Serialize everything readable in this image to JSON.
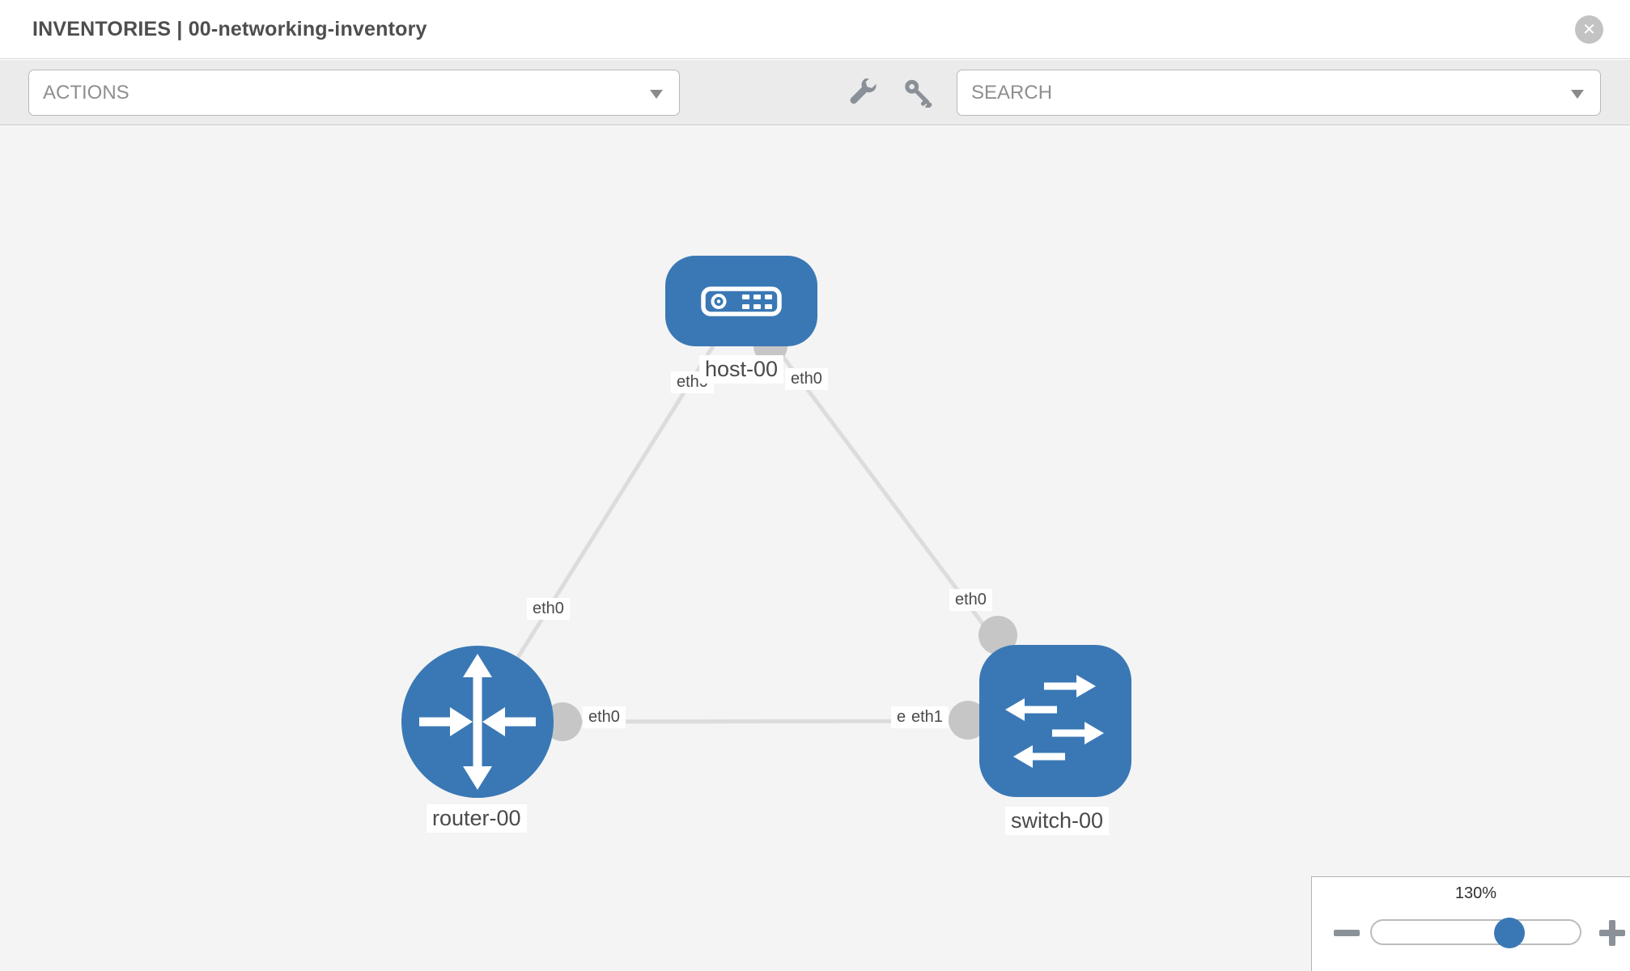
{
  "header": {
    "title": "INVENTORIES | 00-networking-inventory"
  },
  "toolbar": {
    "actions_placeholder": "ACTIONS",
    "search_placeholder": "SEARCH",
    "icons": [
      "wrench-icon",
      "key-icon"
    ]
  },
  "graph": {
    "nodes": [
      {
        "id": "host-00",
        "type": "host",
        "label": "host-00"
      },
      {
        "id": "router-00",
        "type": "router",
        "label": "router-00"
      },
      {
        "id": "switch-00",
        "type": "switch",
        "label": "switch-00"
      }
    ],
    "links": [
      {
        "from": "router-00",
        "to": "host-00"
      },
      {
        "from": "switch-00",
        "to": "host-00"
      },
      {
        "from": "router-00",
        "to": "switch-00"
      }
    ],
    "interface_labels": [
      {
        "text": "eth0"
      },
      {
        "text": "eth0"
      },
      {
        "text": "eth0"
      },
      {
        "text": "eth0"
      },
      {
        "text": "eth0"
      },
      {
        "text": "eth0"
      },
      {
        "text": "eth1"
      }
    ]
  },
  "zoom_control": {
    "level": "130%",
    "minus_label": "minus",
    "plus_label": "plus"
  },
  "icons": {
    "close": "✕"
  },
  "colors": {
    "node_blue": "#3a78b5",
    "port_gray": "#c6c6c6",
    "link_gray": "#dcdcdc",
    "icon_gray": "#8a9097",
    "chip_text": "#4a4a4a"
  }
}
